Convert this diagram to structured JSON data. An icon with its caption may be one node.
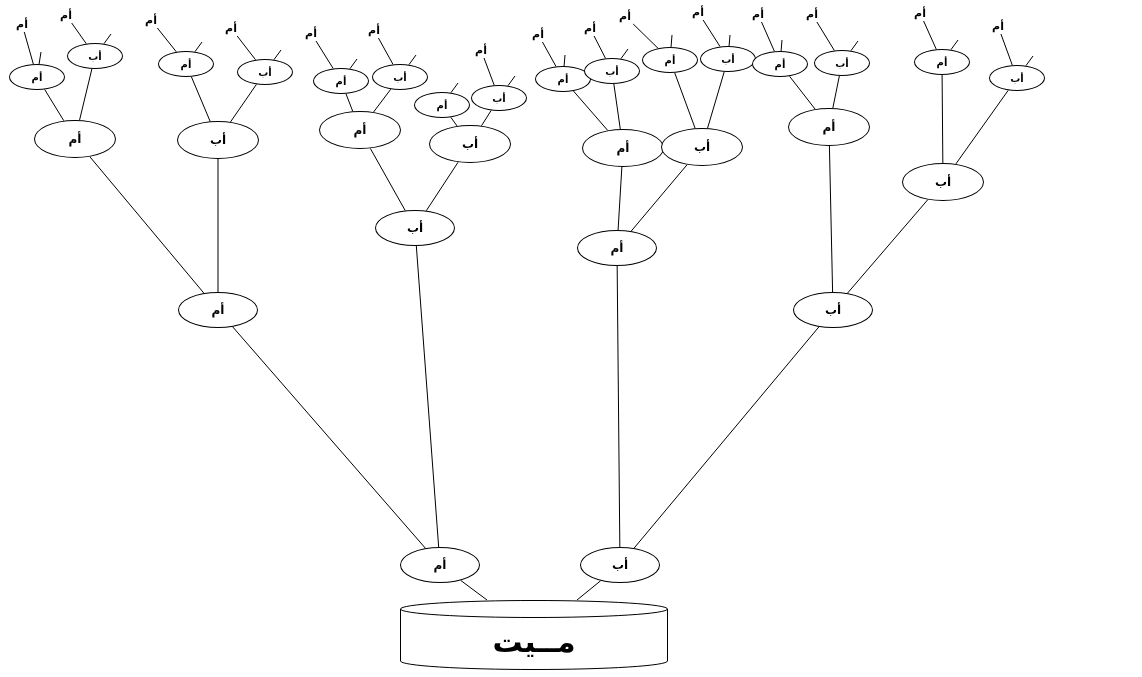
{
  "diagram": {
    "nodes": [
      {
        "text": [
          "مــيت"
        ]
      },
      {
        "text": [
          "أم"
        ]
      },
      {
        "text": [
          "أب"
        ]
      },
      {
        "text": [
          "أم"
        ]
      },
      {
        "text": [
          "أب"
        ]
      },
      {
        "text": [
          "أم"
        ]
      },
      {
        "text": [
          "أب"
        ]
      },
      {
        "text": [
          "أم"
        ]
      },
      {
        "text": [
          "أب"
        ]
      },
      {
        "text": [
          "أم"
        ]
      },
      {
        "text": [
          "أب"
        ]
      },
      {
        "text": [
          "أم"
        ]
      },
      {
        "text": [
          "أب"
        ]
      },
      {
        "text": [
          "أم"
        ]
      },
      {
        "text": [
          "أب"
        ]
      },
      {
        "text": [
          "أم"
        ]
      },
      {
        "text": [
          "أب"
        ]
      },
      {
        "text": [
          "أم"
        ]
      },
      {
        "text": [
          "أب"
        ]
      },
      {
        "text": [
          "أم"
        ]
      },
      {
        "text": [
          "أب"
        ]
      },
      {
        "text": [
          "أم"
        ]
      },
      {
        "text": [
          "أب"
        ]
      },
      {
        "text": [
          "أم"
        ]
      },
      {
        "text": [
          "أب"
        ]
      },
      {
        "text": [
          "أم"
        ]
      },
      {
        "text": [
          "أب"
        ]
      },
      {
        "text": [
          "أم"
        ]
      },
      {
        "text": [
          "أب"
        ]
      },
      {
        "text": [
          "أم"
        ]
      },
      {
        "text": [
          "أب"
        ]
      },
      {
        "text": [
          "أم"
        ]
      },
      {
        "text": [
          "أم"
        ]
      },
      {
        "text": [
          "أم"
        ]
      },
      {
        "text": [
          "أم"
        ]
      },
      {
        "text": [
          "أم"
        ]
      },
      {
        "text": [
          "أم"
        ]
      },
      {
        "text": [
          "أم"
        ]
      },
      {
        "text": [
          "أم"
        ]
      },
      {
        "text": [
          "أم"
        ]
      },
      {
        "text": [
          "أم"
        ]
      },
      {
        "text": [
          "أم"
        ]
      },
      {
        "text": [
          "أم"
        ]
      },
      {
        "text": [
          "أم"
        ]
      },
      {
        "text": [
          "أم"
        ]
      },
      {
        "text": [
          "أم"
        ]
      }
    ],
    "edges": [
      {
        "from": 0,
        "to": 1,
        "arrow": "none"
      },
      {
        "from": 0,
        "to": 2,
        "arrow": "none"
      },
      {
        "from": 1,
        "to": 3,
        "arrow": "none"
      },
      {
        "from": 1,
        "to": 4,
        "arrow": "none"
      },
      {
        "from": 2,
        "to": 5,
        "arrow": "none"
      },
      {
        "from": 2,
        "to": 6,
        "arrow": "none"
      },
      {
        "from": 3,
        "to": 7,
        "arrow": "none"
      },
      {
        "from": 3,
        "to": 8,
        "arrow": "none"
      },
      {
        "from": 4,
        "to": 9,
        "arrow": "none"
      },
      {
        "from": 4,
        "to": 10,
        "arrow": "none"
      },
      {
        "from": 5,
        "to": 11,
        "arrow": "none"
      },
      {
        "from": 5,
        "to": 12,
        "arrow": "none"
      },
      {
        "from": 6,
        "to": 13,
        "arrow": "none"
      },
      {
        "from": 6,
        "to": 14,
        "arrow": "none"
      },
      {
        "from": 7,
        "to": 15,
        "arrow": "none"
      },
      {
        "from": 7,
        "to": 16,
        "arrow": "none"
      },
      {
        "from": 8,
        "to": 17,
        "arrow": "none"
      },
      {
        "from": 8,
        "to": 18,
        "arrow": "none"
      },
      {
        "from": 9,
        "to": 19,
        "arrow": "none"
      },
      {
        "from": 9,
        "to": 20,
        "arrow": "none"
      },
      {
        "from": 10,
        "to": 21,
        "arrow": "none"
      },
      {
        "from": 10,
        "to": 22,
        "arrow": "none"
      },
      {
        "from": 11,
        "to": 23,
        "arrow": "none"
      },
      {
        "from": 11,
        "to": 24,
        "arrow": "none"
      },
      {
        "from": 12,
        "to": 25,
        "arrow": "none"
      },
      {
        "from": 12,
        "to": 26,
        "arrow": "none"
      },
      {
        "from": 13,
        "to": 27,
        "arrow": "none"
      },
      {
        "from": 13,
        "to": 28,
        "arrow": "none"
      },
      {
        "from": 14,
        "to": 29,
        "arrow": "none"
      },
      {
        "from": 14,
        "to": 30,
        "arrow": "none"
      },
      {
        "from": 15,
        "to": 31,
        "arrow": "none"
      },
      {
        "from": 16,
        "to": 32,
        "arrow": "none"
      },
      {
        "from": 17,
        "to": 33,
        "arrow": "none"
      },
      {
        "from": 18,
        "to": 34,
        "arrow": "none"
      },
      {
        "from": 19,
        "to": 35,
        "arrow": "none"
      },
      {
        "from": 20,
        "to": 36,
        "arrow": "none"
      },
      {
        "from": 22,
        "to": 37,
        "arrow": "none"
      },
      {
        "from": 23,
        "to": 38,
        "arrow": "none"
      },
      {
        "from": 24,
        "to": 39,
        "arrow": "none"
      },
      {
        "from": 25,
        "to": 40,
        "arrow": "none"
      },
      {
        "from": 26,
        "to": 41,
        "arrow": "none"
      },
      {
        "from": 27,
        "to": 42,
        "arrow": "none"
      },
      {
        "from": 28,
        "to": 43,
        "arrow": "none"
      },
      {
        "from": 29,
        "to": 44,
        "arrow": "none"
      },
      {
        "from": 30,
        "to": 45,
        "arrow": "none"
      },
      {
        "from": 15,
        "to": null,
        "arrow": "none"
      },
      {
        "from": 16,
        "to": null,
        "arrow": "none"
      },
      {
        "from": 17,
        "to": null,
        "arrow": "none"
      },
      {
        "from": 18,
        "to": null,
        "arrow": "none"
      },
      {
        "from": 19,
        "to": null,
        "arrow": "none"
      },
      {
        "from": 20,
        "to": null,
        "arrow": "none"
      },
      {
        "from": 21,
        "to": null,
        "arrow": "none"
      },
      {
        "from": 22,
        "to": null,
        "arrow": "none"
      },
      {
        "from": 23,
        "to": null,
        "arrow": "none"
      },
      {
        "from": 24,
        "to": null,
        "arrow": "none"
      },
      {
        "from": 25,
        "to": null,
        "arrow": "none"
      },
      {
        "from": 26,
        "to": null,
        "arrow": "none"
      },
      {
        "from": 27,
        "to": null,
        "arrow": "none"
      },
      {
        "from": 28,
        "to": null,
        "arrow": "none"
      },
      {
        "from": 29,
        "to": null,
        "arrow": "none"
      },
      {
        "from": 30,
        "to": null,
        "arrow": "none"
      }
    ]
  }
}
